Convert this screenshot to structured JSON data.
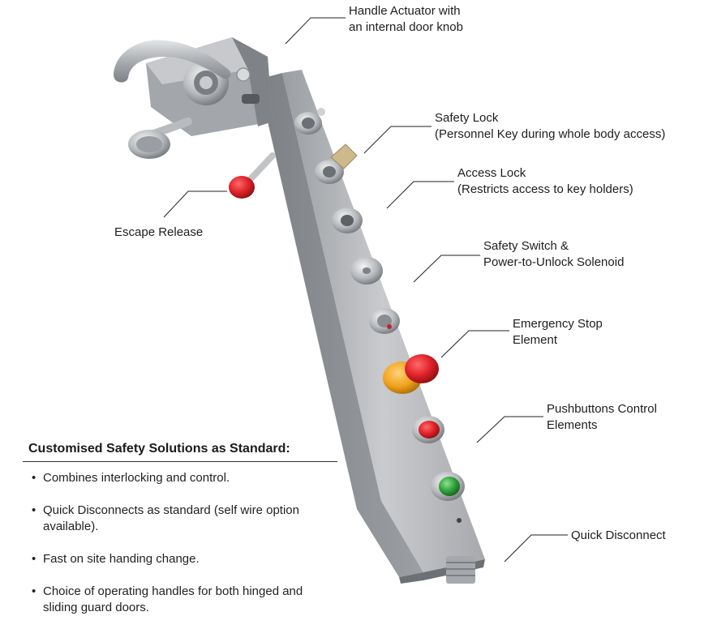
{
  "callouts": {
    "handle_actuator": [
      "Handle Actuator with",
      "an internal door knob"
    ],
    "safety_lock": [
      "Safety Lock",
      "(Personnel Key during whole body access)"
    ],
    "access_lock": [
      "Access Lock",
      "(Restricts access to key holders)"
    ],
    "safety_switch": [
      "Safety Switch &",
      "Power-to-Unlock Solenoid"
    ],
    "emergency_stop": [
      "Emergency Stop",
      "Element"
    ],
    "pushbuttons": [
      "Pushbuttons Control",
      "Elements"
    ],
    "quick_disconnect": [
      "Quick Disconnect"
    ],
    "escape_release": [
      "Escape Release"
    ]
  },
  "panel": {
    "heading": "Customised Safety Solutions as Standard:",
    "bullets": [
      "Combines interlocking and control.",
      "Quick Disconnects as standard (self wire option available).",
      "Fast on site handing change.",
      "Choice of operating handles for both hinged and sliding guard doors."
    ]
  },
  "colors": {
    "steel": "#b7b9bc",
    "emergency_stop_red": "#d41920",
    "emergency_stop_collar": "#f0a21a",
    "pushbutton_red": "#e0222a",
    "pushbutton_green": "#2fa43b",
    "escape_release_red": "#cf1a24"
  }
}
